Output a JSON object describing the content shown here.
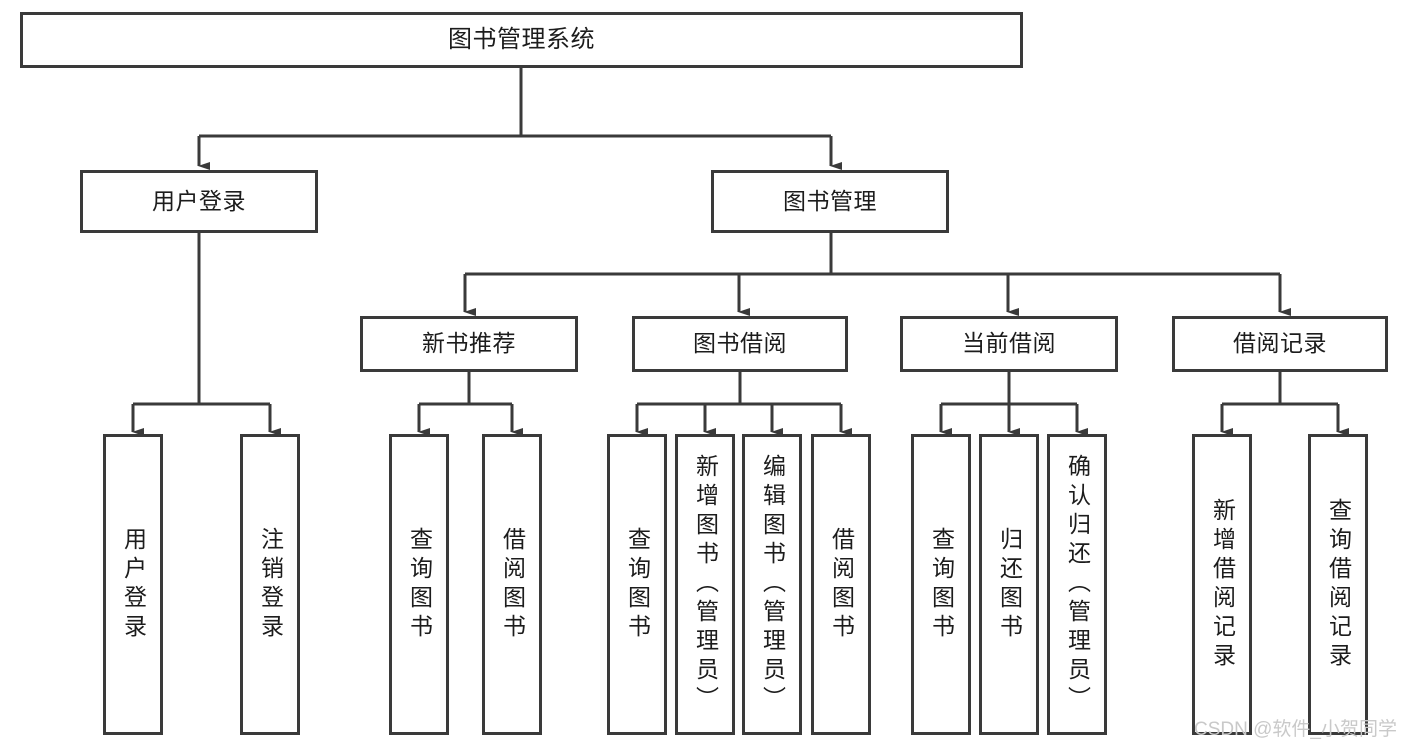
{
  "diagram": {
    "title": "图书管理系统",
    "type": "hierarchy-tree",
    "watermark": "CSDN @软件_小贺同学",
    "colors": {
      "stroke": "#3a3a3a",
      "fill": "#ffffff",
      "text": "#1c1c1c",
      "watermark": "#c9c9c9"
    },
    "levels": {
      "root": {
        "label": "图书管理系统"
      },
      "level2": [
        {
          "id": "user-login",
          "label": "用户登录"
        },
        {
          "id": "book-manage",
          "label": "图书管理"
        }
      ],
      "level3": [
        {
          "id": "new-book-rec",
          "label": "新书推荐"
        },
        {
          "id": "book-borrow",
          "label": "图书借阅"
        },
        {
          "id": "current-borrow",
          "label": "当前借阅"
        },
        {
          "id": "borrow-record",
          "label": "借阅记录"
        }
      ],
      "leaves": {
        "user-login": [
          {
            "id": "leaf-user-login",
            "label": "用户登录"
          },
          {
            "id": "leaf-logout",
            "label": "注销登录"
          }
        ],
        "new-book-rec": [
          {
            "id": "leaf-query-book-1",
            "label": "查询图书"
          },
          {
            "id": "leaf-borrow-book-1",
            "label": "借阅图书"
          }
        ],
        "book-borrow": [
          {
            "id": "leaf-query-book-2",
            "label": "查询图书"
          },
          {
            "id": "leaf-add-book",
            "label": "新增图书（管理员）"
          },
          {
            "id": "leaf-edit-book",
            "label": "编辑图书（管理员）"
          },
          {
            "id": "leaf-borrow-book-2",
            "label": "借阅图书"
          }
        ],
        "current-borrow": [
          {
            "id": "leaf-query-book-3",
            "label": "查询图书"
          },
          {
            "id": "leaf-return-book",
            "label": "归还图书"
          },
          {
            "id": "leaf-confirm-return",
            "label": "确认归还（管理员）"
          }
        ],
        "borrow-record": [
          {
            "id": "leaf-add-record",
            "label": "新增借阅记录"
          },
          {
            "id": "leaf-query-record",
            "label": "查询借阅记录"
          }
        ]
      }
    }
  }
}
